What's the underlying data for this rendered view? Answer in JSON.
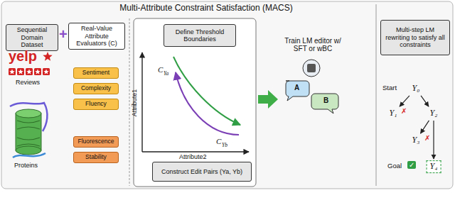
{
  "diagram": {
    "title": "Multi-Attribute Constraint Satisfaction (MACS)",
    "nodes": [
      {
        "text": [
          "Sequential Domain Dataset"
        ]
      },
      {
        "text": [
          "Real-Value Attribute Evaluators (C)"
        ]
      },
      {
        "text": [
          "Sentiment"
        ]
      },
      {
        "text": [
          "Complexity"
        ]
      },
      {
        "text": [
          "Fluency"
        ]
      },
      {
        "text": [
          "Fluorescence"
        ]
      },
      {
        "text": [
          "Stability"
        ]
      },
      {
        "text": [
          "Define Threshold Boundaries"
        ]
      },
      {
        "text": [
          "Construct Edit Pairs (Ya, Yb)"
        ]
      },
      {
        "text": [
          "Multi-step LM rewriting to satisfy all constraints"
        ]
      },
      {
        "text": [
          "Y₀"
        ]
      },
      {
        "text": [
          "Y₁"
        ]
      },
      {
        "text": [
          "Y₂"
        ]
      },
      {
        "text": [
          "Y₃"
        ]
      },
      {
        "text": [
          "Y₄"
        ]
      }
    ],
    "edges": [
      {
        "from": 10,
        "to": 11,
        "arrow": "to"
      },
      {
        "from": 10,
        "to": 12,
        "arrow": "to"
      },
      {
        "from": 12,
        "to": 13,
        "arrow": "to"
      },
      {
        "from": 12,
        "to": 14,
        "arrow": "to"
      }
    ],
    "labels": [
      "+",
      "yelp",
      "Reviews",
      "Proteins",
      "Attribute1",
      "Attribute2",
      "C",
      "Ya",
      "C",
      "Yb",
      "Train LM editor w/ SFT or wBC",
      "A",
      "B",
      "Start",
      "✗",
      "✗",
      "Goal",
      "✓"
    ]
  }
}
